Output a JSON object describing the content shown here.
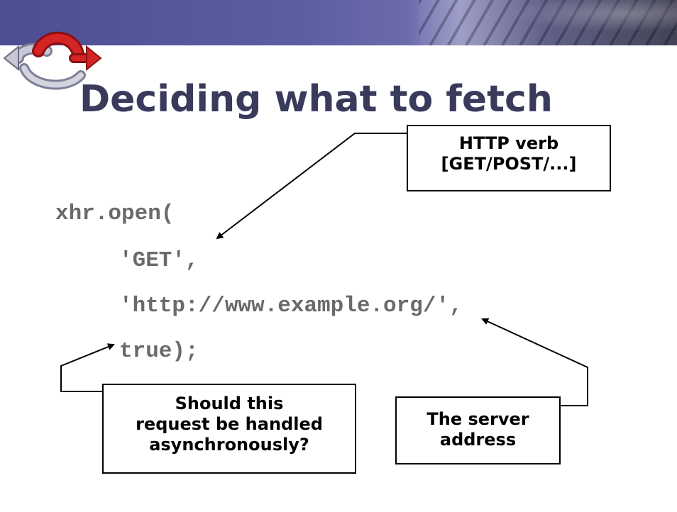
{
  "slide": {
    "title": "Deciding what to fetch",
    "code": {
      "line1": "xhr.open(",
      "line2": "'GET',",
      "line3": "'http://www.example.org/',",
      "line4": "true);"
    },
    "callouts": {
      "http_verb": [
        "HTTP verb",
        "[GET/POST/...]"
      ],
      "async": [
        "Should this",
        "request be handled",
        "asynchronously?"
      ],
      "server": [
        "The server",
        "address"
      ]
    }
  },
  "icons": {
    "logo": "circular-arrows-logo",
    "band": "keyboard-banner"
  },
  "colors": {
    "title": "#3a3a5c",
    "code": "#6a6a6a",
    "band": "#5d5da3",
    "logo_red": "#c81e1e",
    "logo_gray": "#b8b8c8"
  }
}
